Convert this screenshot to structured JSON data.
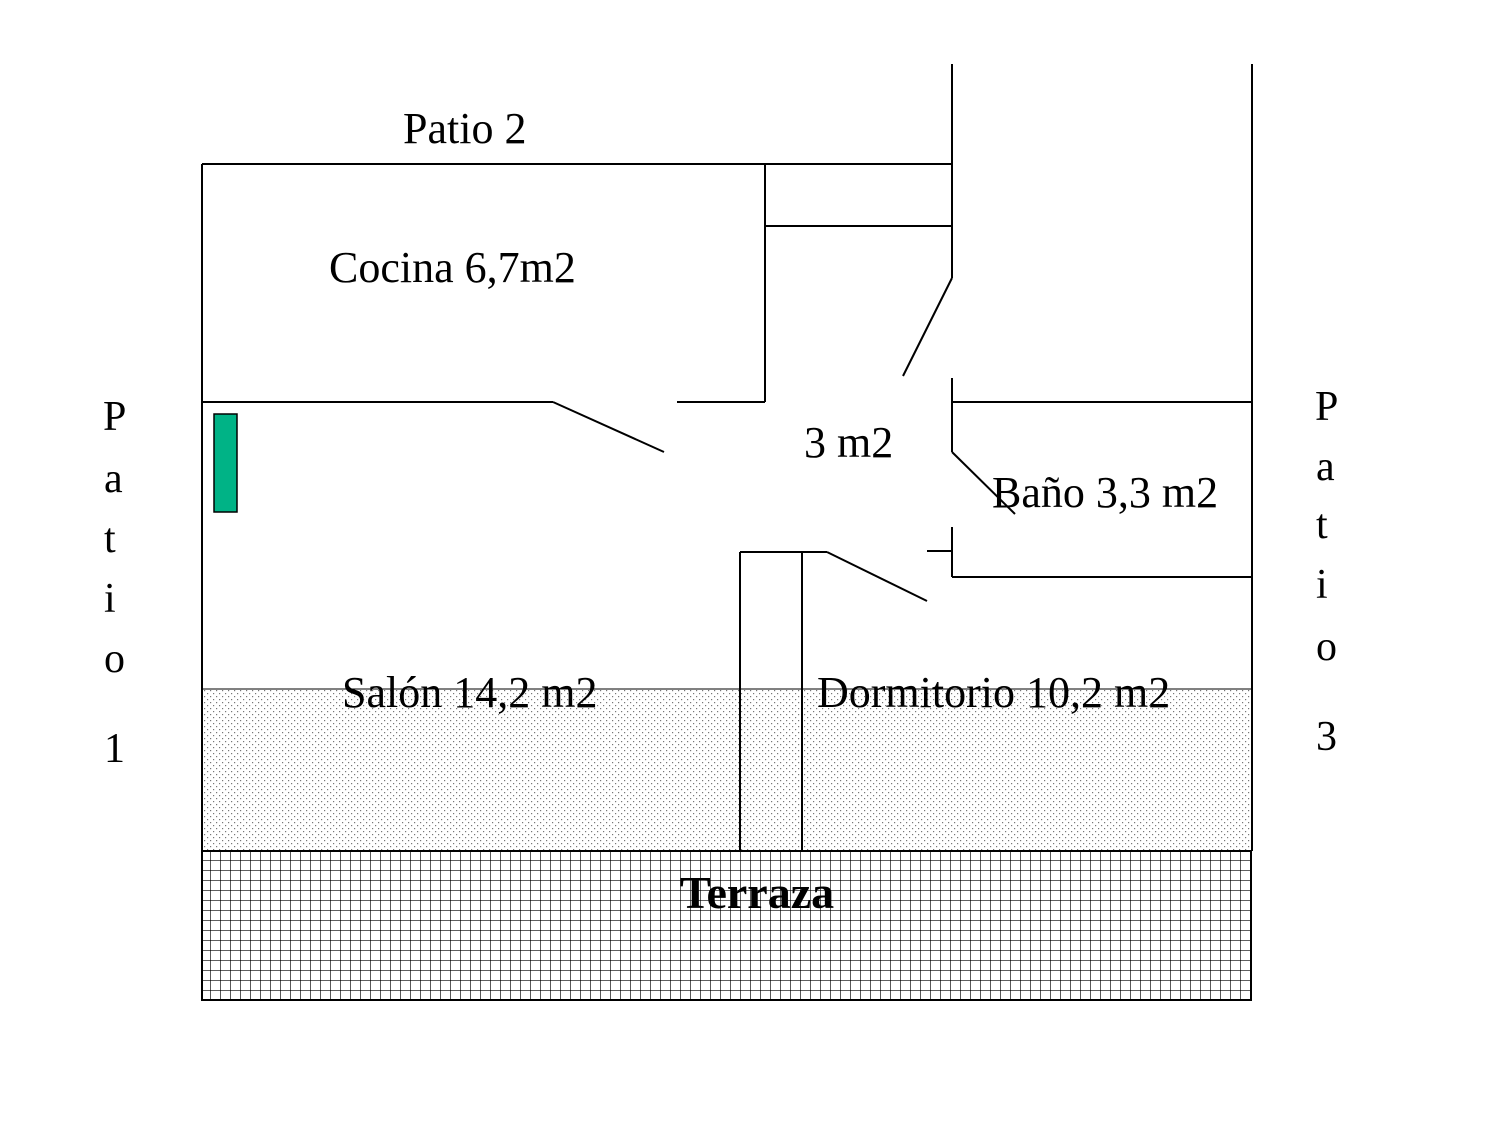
{
  "rooms": {
    "cocina": "Cocina 6,7m2",
    "pasillo": "3 m2",
    "bano": "Baño 3,3 m2",
    "salon": "Salón 14,2 m2",
    "dormitorio": "Dormitorio 10,2 m2",
    "terraza": "Terraza"
  },
  "patios": {
    "patio2": "Patio 2",
    "patio1": [
      "P",
      "a",
      "t",
      "i",
      "o",
      "1"
    ],
    "patio3": [
      "P",
      "a",
      "t",
      "i",
      "o",
      "3"
    ]
  },
  "colors": {
    "wall": "#000000",
    "marker": "#00b386",
    "background": "#ffffff"
  }
}
